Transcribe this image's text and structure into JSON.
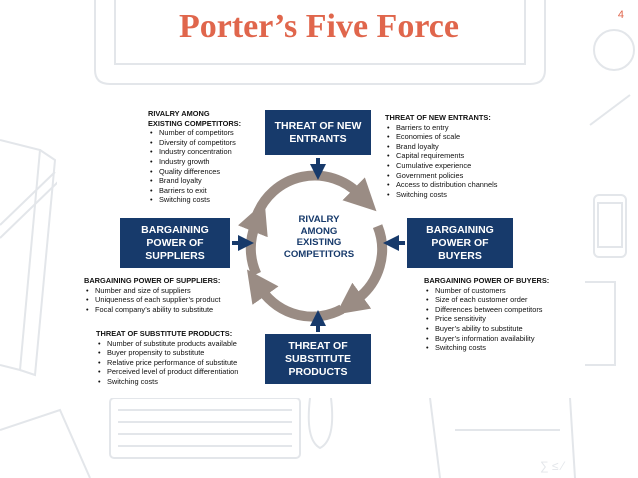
{
  "slide": {
    "title": "Porter’s Five Force",
    "page_number": "4"
  },
  "colors": {
    "title": "#e0664c",
    "box": "#173a6b",
    "circle": "#9a8c84"
  },
  "center": {
    "lines": [
      "RIVALRY",
      "AMONG",
      "EXISTING",
      "COMPETITORS"
    ]
  },
  "boxes": {
    "new_entrants": [
      "THREAT OF NEW",
      "ENTRANTS"
    ],
    "suppliers": [
      "BARGAINING",
      "POWER OF",
      "SUPPLIERS"
    ],
    "buyers": [
      "BARGAINING",
      "POWER OF",
      "BUYERS"
    ],
    "substitutes": [
      "THREAT OF",
      "SUBSTITUTE",
      "PRODUCTS"
    ]
  },
  "lists": {
    "rivalry": {
      "heading": [
        "RIVALRY AMONG",
        "EXISTING COMPETITORS:"
      ],
      "items": [
        "Number of competitors",
        "Diversity of competitors",
        "Industry concentration",
        "Industry growth",
        "Quality differences",
        "Brand loyalty",
        "Barriers to exit",
        "Switching costs"
      ]
    },
    "new_entrants": {
      "heading": [
        "THREAT OF NEW ENTRANTS:"
      ],
      "items": [
        "Barriers to entry",
        "Economies of scale",
        "Brand loyalty",
        "Capital requirements",
        "Cumulative experience",
        "Government policies",
        "Access to distribution channels",
        "Switching costs"
      ]
    },
    "suppliers": {
      "heading": [
        "BARGAINING POWER OF SUPPLIERS:"
      ],
      "items": [
        "Number  and size of suppliers",
        "Uniqueness of each supplier’s product",
        "Focal company’s ability to substitute"
      ]
    },
    "buyers": {
      "heading": [
        "BARGAINING POWER OF BUYERS:"
      ],
      "items": [
        "Number of customers",
        "Size of each customer order",
        "Differences between competitors",
        "Price sensitivity",
        "Buyer’s ability to substitute",
        "Buyer’s information availability",
        "Switching costs"
      ]
    },
    "substitutes": {
      "heading": [
        "THREAT OF SUBSTITUTE PRODUCTS:"
      ],
      "items": [
        "Number of substitute products available",
        "Buyer propensity to substitute",
        "Relative price performance of substitute",
        "Perceived level of product differentiation",
        "Switching costs"
      ]
    }
  }
}
